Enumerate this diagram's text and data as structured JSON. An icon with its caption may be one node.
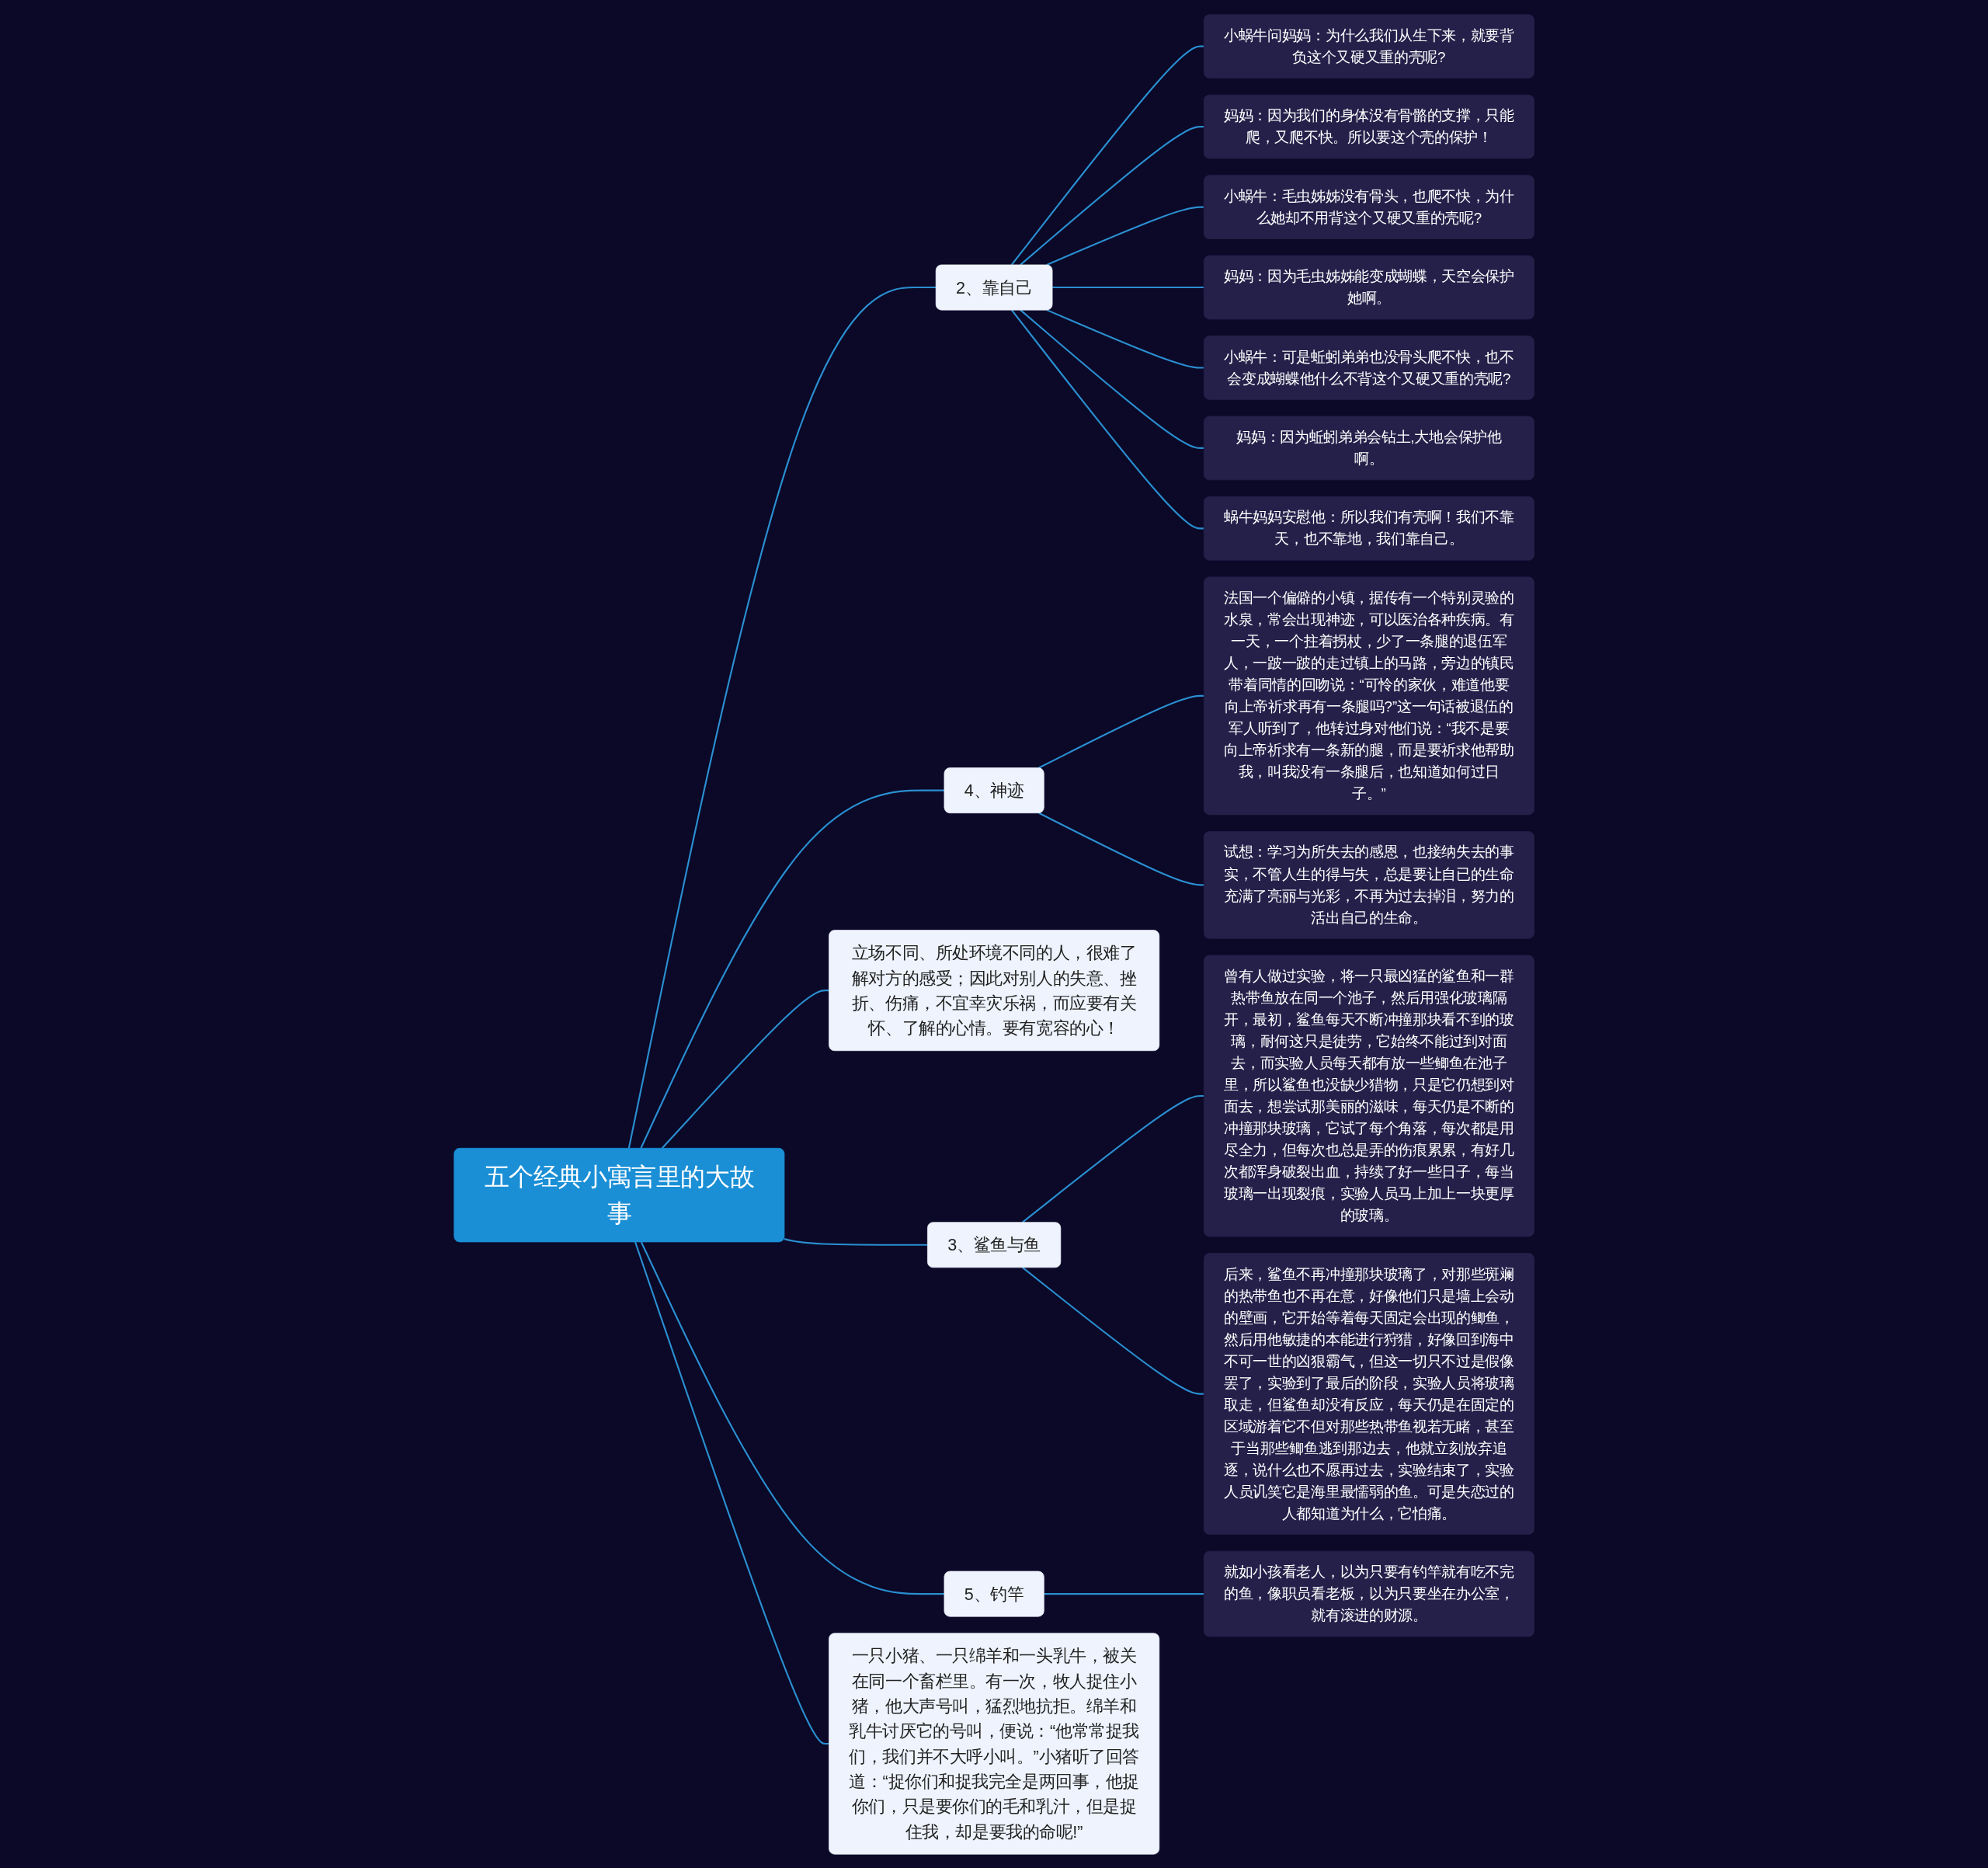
{
  "diagram": {
    "nodes": [
      {
        "text": [
          "五个经典小寓言里的大故事"
        ]
      },
      {
        "text": [
          "一只小猪、一只绵羊和一头乳牛，被关在同一个畜栏里。有一次，牧人捉住小猪，他大声号叫，猛烈地抗拒。绵羊和乳牛讨厌它的号叫，便说：“他常常捉我们，我们并不大呼小叫。”小猪听了回答道：“捉你们和捉我完全是两回事，他捉你们，只是要你们的毛和乳汁，但是捉住我，却是要我的命呢!”"
        ]
      },
      {
        "text": [
          "2、靠自己"
        ]
      },
      {
        "text": [
          "小蜗牛问妈妈：为什么我们从生下来，就要背负这个又硬又重的壳呢?"
        ]
      },
      {
        "text": [
          "妈妈：因为我们的身体没有骨骼的支撑，只能爬，又爬不快。所以要这个壳的保护！"
        ]
      },
      {
        "text": [
          "小蜗牛：毛虫姊姊没有骨头，也爬不快，为什么她却不用背这个又硬又重的壳呢?"
        ]
      },
      {
        "text": [
          "妈妈：因为毛虫姊姊能变成蝴蝶，天空会保护她啊。"
        ]
      },
      {
        "text": [
          "小蜗牛：可是蚯蚓弟弟也没骨头爬不快，也不会变成蝴蝶他什么不背这个又硬又重的壳呢?"
        ]
      },
      {
        "text": [
          "妈妈：因为蚯蚓弟弟会钻土,大地会保护他啊。"
        ]
      },
      {
        "text": [
          "蜗牛妈妈安慰他：所以我们有壳啊！我们不靠天，也不靠地，我们靠自己。"
        ]
      },
      {
        "text": [
          "4、神迹"
        ]
      },
      {
        "text": [
          "法国一个偏僻的小镇，据传有一个特别灵验的水泉，常会出现神迹，可以医治各种疾病。有一天，一个拄着拐杖，少了一条腿的退伍军人，一跛一跛的走过镇上的马路，旁边的镇民带着同情的回吻说：“可怜的家伙，难道他要向上帝祈求再有一条腿吗?”这一句话被退伍的军人听到了，他转过身对他们说：“我不是要向上帝祈求有一条新的腿，而是要祈求他帮助我，叫我没有一条腿后，也知道如何过日子。”"
        ]
      },
      {
        "text": [
          "试想：学习为所失去的感恩，也接纳失去的事实，不管人生的得与失，总是要让自已的生命充满了亮丽与光彩，不再为过去掉泪，努力的活出自己的生命。"
        ]
      },
      {
        "text": [
          "立场不同、所处环境不同的人，很难了解对方的感受；因此对别人的失意、挫折、伤痛，不宜幸灾乐祸，而应要有关怀、了解的心情。要有宽容的心！"
        ]
      },
      {
        "text": [
          "3、鲨鱼与鱼"
        ]
      },
      {
        "text": [
          "曾有人做过实验，将一只最凶猛的鲨鱼和一群热带鱼放在同一个池子，然后用强化玻璃隔开，最初，鲨鱼每天不断冲撞那块看不到的玻璃，耐何这只是徒劳，它始终不能过到对面去，而实验人员每天都有放一些鲫鱼在池子里，所以鲨鱼也没缺少猎物，只是它仍想到对面去，想尝试那美丽的滋味，每天仍是不断的冲撞那块玻璃，它试了每个角落，每次都是用尽全力，但每次也总是弄的伤痕累累，有好几次都浑身破裂出血，持续了好一些日子，每当玻璃一出现裂痕，实验人员马上加上一块更厚的玻璃。"
        ]
      },
      {
        "text": [
          "后来，鲨鱼不再冲撞那块玻璃了，对那些斑斓的热带鱼也不再在意，好像他们只是墙上会动的壁画，它开始等着每天固定会出现的鲫鱼，然后用他敏捷的本能进行狩猎，好像回到海中不可一世的凶狠霸气，但这一切只不过是假像罢了，实验到了最后的阶段，实验人员将玻璃取走，但鲨鱼却没有反应，每天仍是在固定的区域游着它不但对那些热带鱼视若无睹，甚至于当那些鲫鱼逃到那边去，他就立刻放弃追逐，说什么也不愿再过去，实验结束了，实验人员讥笑它是海里最懦弱的鱼。可是失恋过的人都知道为什么，它怕痛。"
        ]
      },
      {
        "text": [
          "5、钓竿"
        ]
      },
      {
        "text": [
          "就如小孩看老人，以为只要有钓竿就有吃不完的鱼，像职员看老板，以为只要坐在办公室，就有滚进的财源。"
        ]
      }
    ],
    "edges": [
      {
        "from": 0,
        "to": 1,
        "arrow": "none"
      },
      {
        "from": 0,
        "to": 2,
        "arrow": "none"
      },
      {
        "from": 2,
        "to": 3,
        "arrow": "none"
      },
      {
        "from": 2,
        "to": 4,
        "arrow": "none"
      },
      {
        "from": 2,
        "to": 5,
        "arrow": "none"
      },
      {
        "from": 2,
        "to": 6,
        "arrow": "none"
      },
      {
        "from": 2,
        "to": 7,
        "arrow": "none"
      },
      {
        "from": 2,
        "to": 8,
        "arrow": "none"
      },
      {
        "from": 2,
        "to": 9,
        "arrow": "none"
      },
      {
        "from": 0,
        "to": 10,
        "arrow": "none"
      },
      {
        "from": 10,
        "to": 11,
        "arrow": "none"
      },
      {
        "from": 10,
        "to": 12,
        "arrow": "none"
      },
      {
        "from": 0,
        "to": 13,
        "arrow": "none"
      },
      {
        "from": 0,
        "to": 14,
        "arrow": "none"
      },
      {
        "from": 14,
        "to": 15,
        "arrow": "none"
      },
      {
        "from": 14,
        "to": 16,
        "arrow": "none"
      },
      {
        "from": 0,
        "to": 17,
        "arrow": "none"
      },
      {
        "from": 17,
        "to": 18,
        "arrow": "none"
      }
    ]
  }
}
